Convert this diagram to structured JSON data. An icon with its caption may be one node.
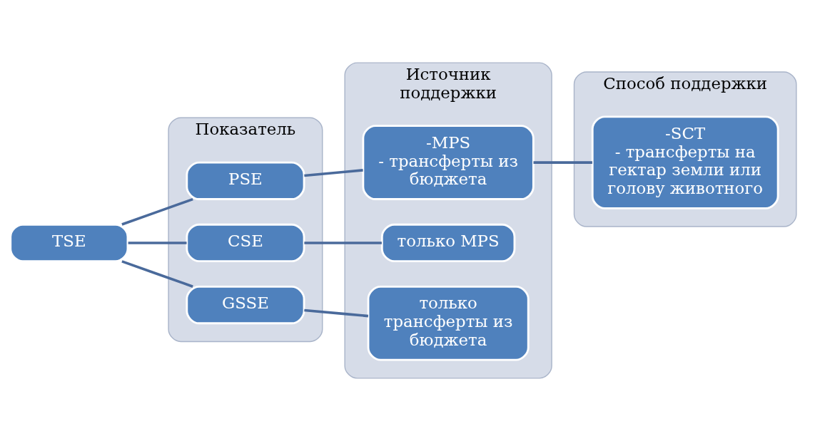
{
  "diagram": {
    "nodes": [
      {
        "text": [
          "TSE"
        ]
      },
      {
        "text": [
          "Показатель"
        ]
      },
      {
        "text": [
          "PSE"
        ],
        "in": 1
      },
      {
        "text": [
          "CSE"
        ],
        "in": 1
      },
      {
        "text": [
          "GSSE"
        ],
        "in": 1
      },
      {
        "text": [
          "Источник поддержки"
        ]
      },
      {
        "text": [
          "-MPS",
          "- трансферты из бюджета"
        ],
        "in": 5
      },
      {
        "text": [
          "только MPS"
        ],
        "in": 5
      },
      {
        "text": [
          "только трансферты из бюджета"
        ],
        "in": 5
      },
      {
        "text": [
          "Способ поддержки"
        ]
      },
      {
        "text": [
          "-SCT",
          "- трансферты на гектар земли или голову животного"
        ],
        "in": 9
      }
    ],
    "edges": [
      {
        "from": 0,
        "to": 2,
        "arrow": "none"
      },
      {
        "from": 0,
        "to": 3,
        "arrow": "none"
      },
      {
        "from": 0,
        "to": 4,
        "arrow": "none"
      },
      {
        "from": 2,
        "to": 6,
        "arrow": "none"
      },
      {
        "from": 3,
        "to": 7,
        "arrow": "none"
      },
      {
        "from": 4,
        "to": 8,
        "arrow": "none"
      },
      {
        "from": 6,
        "to": 10,
        "arrow": "none"
      }
    ]
  }
}
